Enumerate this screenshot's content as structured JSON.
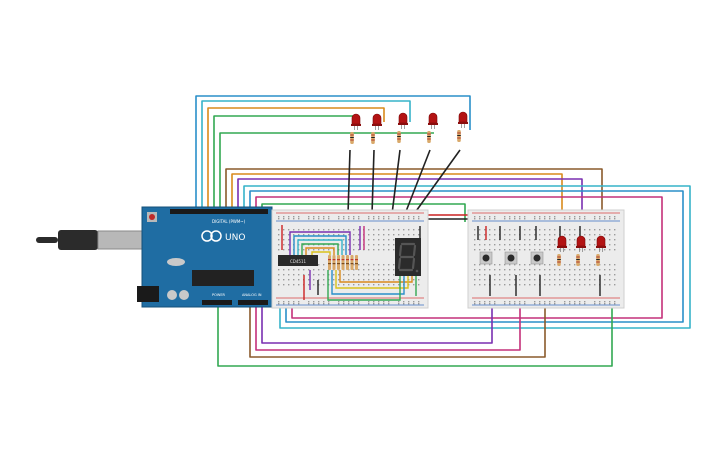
{
  "board": {
    "logo_text": "UNO",
    "digital_header": "DIGITAL (PWM~)",
    "power_label": "POWER",
    "analog_label": "ANALOG IN",
    "ic_label": "CD4511"
  },
  "colors": {
    "board": "#1f6da3",
    "breadboard": "#ececec",
    "rail_red": "#d94040",
    "rail_blue": "#3a6fc0",
    "led": "#b31313",
    "resistor": "#d9a96a",
    "segment_display": "#2b2b2b",
    "wire_blue": "#2a8fc9",
    "wire_orange": "#d98a1c",
    "wire_green": "#32a852",
    "wire_purple": "#7a2fb0",
    "wire_magenta": "#c4307a",
    "wire_brown": "#8a5a2b",
    "wire_cyan": "#36b3c9",
    "wire_red": "#cc2222",
    "wire_black": "#222222"
  },
  "components": {
    "top_leds": 5,
    "right_leds": 3,
    "pushbuttons": 3,
    "seven_segment_displays": 1
  }
}
